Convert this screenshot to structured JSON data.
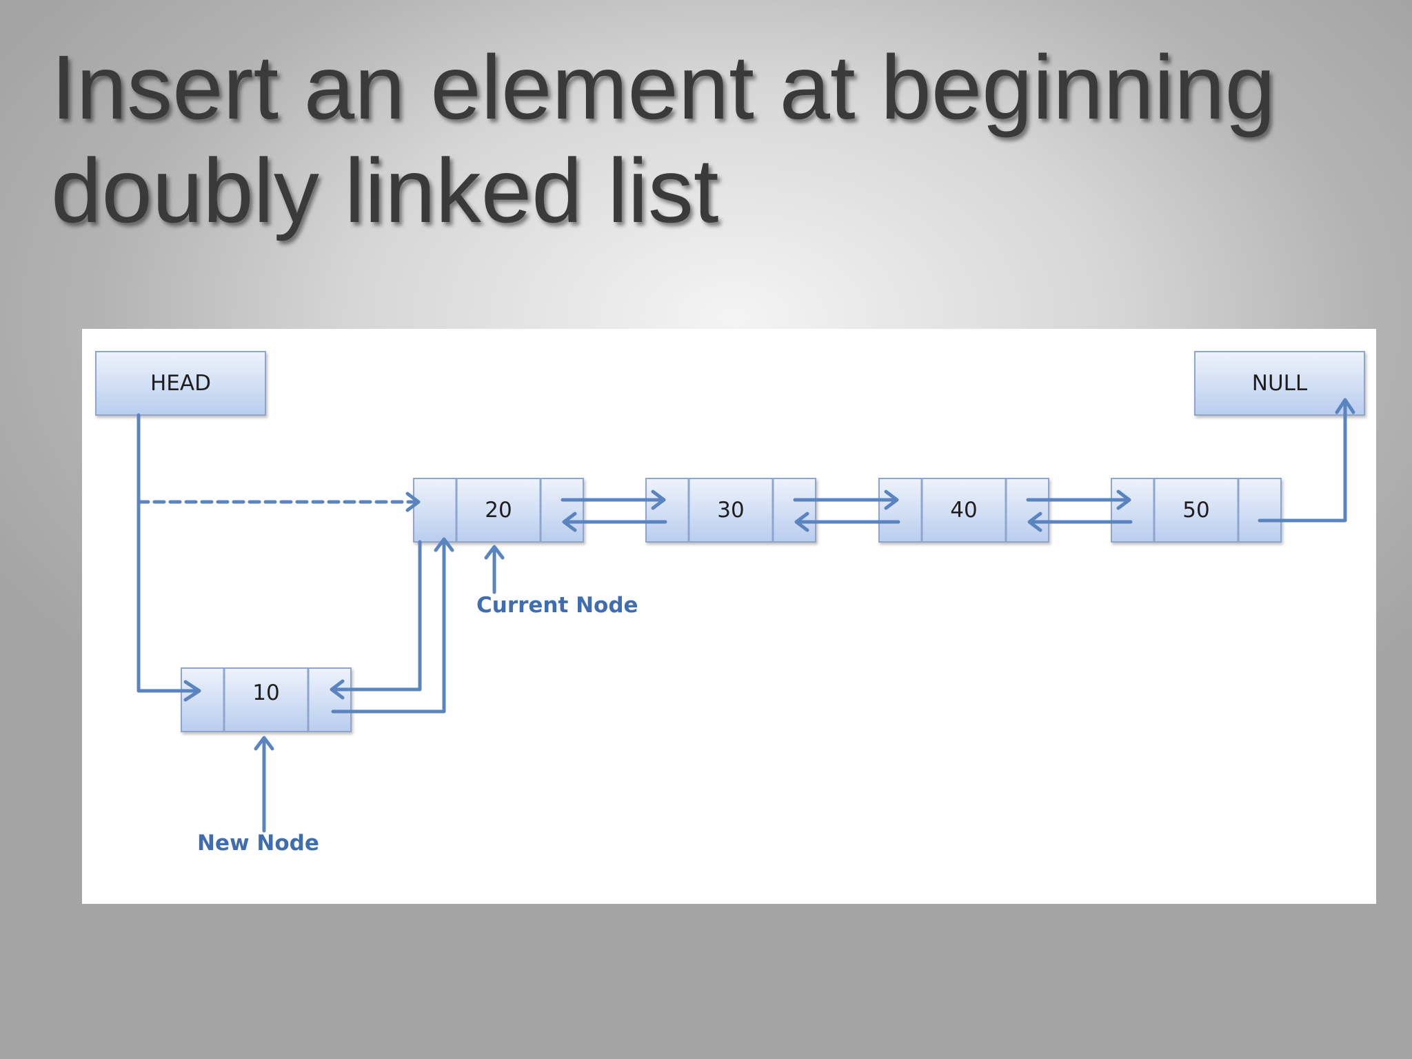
{
  "slide": {
    "title_line1": "Insert an element at beginning",
    "title_line2": "doubly linked list"
  },
  "diagram": {
    "head_label": "HEAD",
    "null_label": "NULL",
    "nodes": [
      {
        "id": "node-20",
        "value": "20"
      },
      {
        "id": "node-30",
        "value": "30"
      },
      {
        "id": "node-40",
        "value": "40"
      },
      {
        "id": "node-50",
        "value": "50"
      },
      {
        "id": "node-10",
        "value": "10"
      }
    ],
    "current_node_label": "Current Node",
    "new_node_label": "New Node"
  },
  "colors": {
    "box_fill_top": "#eef3fc",
    "box_fill_bottom": "#b9cdee",
    "box_border": "#8ea6cf",
    "arrow": "#5a84c0",
    "label": "#3f6db0",
    "title": "#3a3a3a"
  }
}
